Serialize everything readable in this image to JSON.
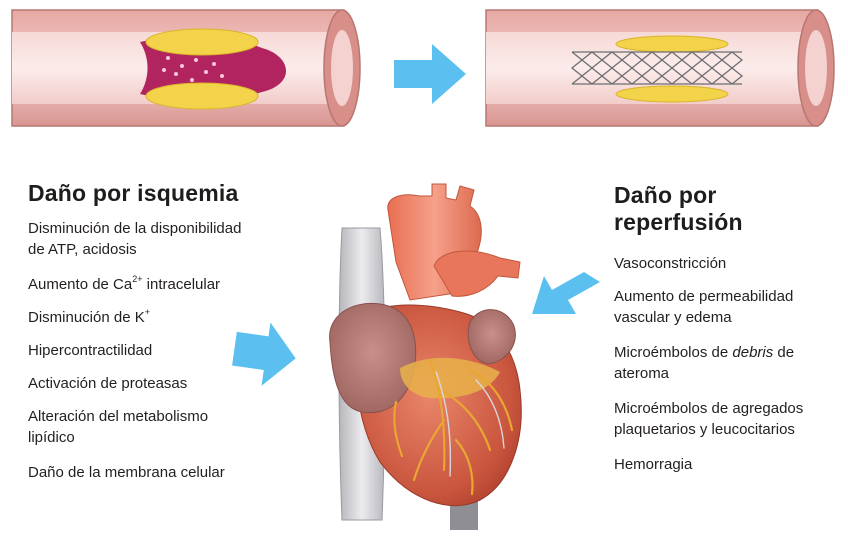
{
  "colors": {
    "arrow": "#5bc0ef",
    "vessel_outer": "#e9b8b4",
    "vessel_wall": "#c98a86",
    "plaque": "#f2d34a",
    "thrombus": "#b2245f",
    "heart_muscle": "#d9674c",
    "aorta": "#f0866b",
    "vein": "#c7c7cc"
  },
  "icons": {
    "arrow_top": "right-arrow-icon",
    "arrow_left": "down-right-arrow-icon",
    "arrow_right": "down-left-arrow-icon"
  },
  "ischemia": {
    "title": "Daño por isquemia",
    "items": [
      {
        "lines": [
          "Disminución de la disponibilidad",
          "de ATP, acidosis"
        ]
      },
      {
        "text": "Aumento de Ca",
        "sup": "2+",
        "after": " intracelular"
      },
      {
        "text": "Disminución de K",
        "sup": "+"
      },
      {
        "text": "Hipercontractilidad"
      },
      {
        "text": "Activación de proteasas"
      },
      {
        "lines": [
          "Alteración del metabolismo",
          "lipídico"
        ]
      },
      {
        "text": "Daño de la membrana celular"
      }
    ]
  },
  "reperfusion": {
    "title_lines": [
      "Daño por",
      "reperfusión"
    ],
    "items": [
      {
        "text": "Vasoconstricción"
      },
      {
        "lines": [
          "Aumento de permeabilidad",
          "vascular y edema"
        ]
      },
      {
        "line1_pre": "Microémbolos de ",
        "line1_em": "debris",
        "line1_post": " de",
        "line2": "ateroma"
      },
      {
        "lines": [
          "Microémbolos de agregados",
          "plaquetarios y leucocitarios"
        ]
      },
      {
        "text": "Hemorragia"
      }
    ]
  }
}
